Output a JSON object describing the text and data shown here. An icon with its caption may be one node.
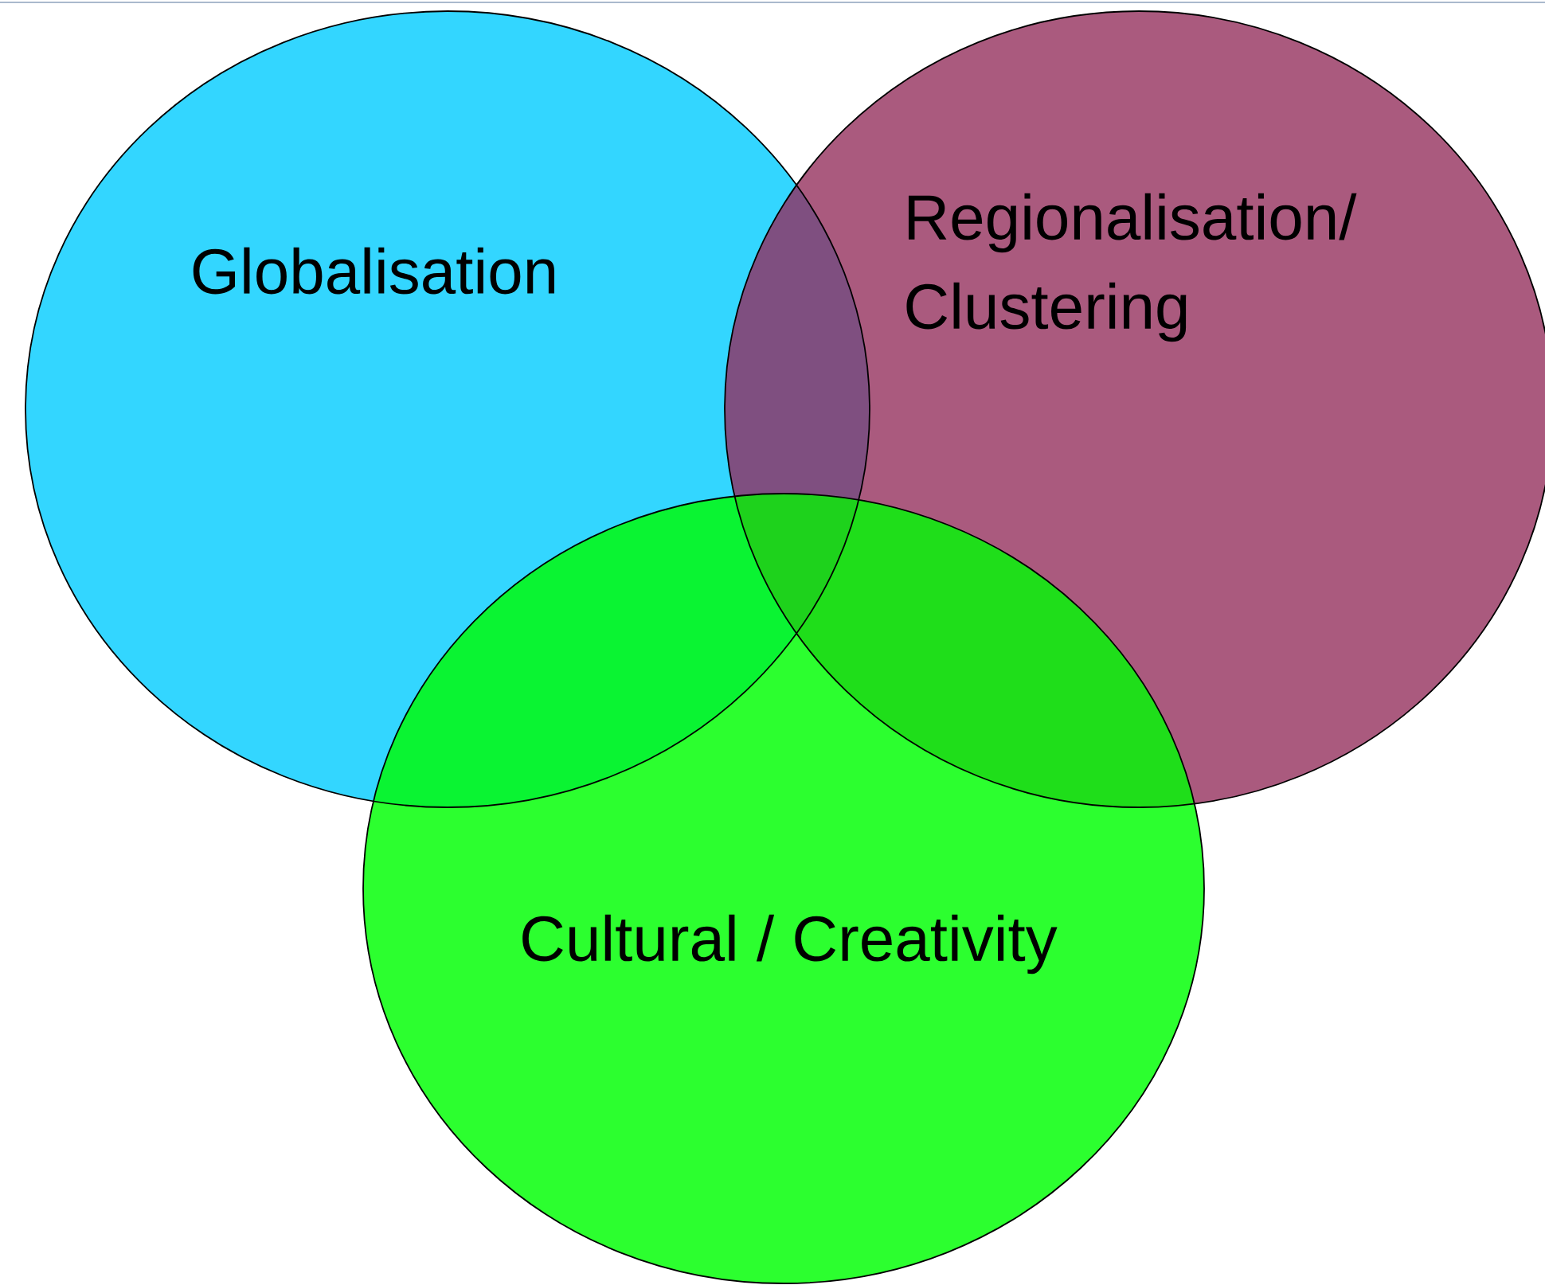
{
  "diagram": {
    "nodes": [
      {
        "text": [
          "Globalisation"
        ]
      },
      {
        "text": [
          "Regionalisation/ Clustering"
        ]
      },
      {
        "text": [
          "Cultural / Creativity"
        ]
      }
    ]
  }
}
